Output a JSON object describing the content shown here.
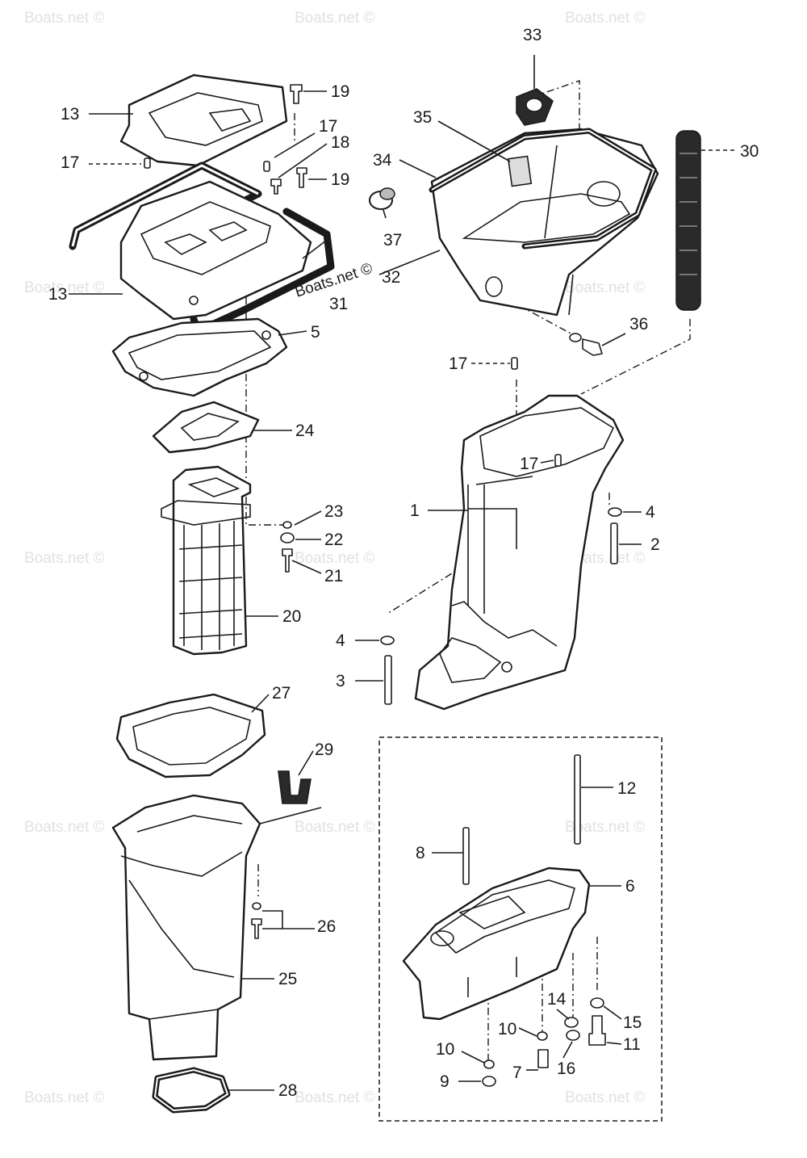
{
  "watermark": "Boats.net ©",
  "callouts": [
    {
      "id": "c1",
      "label": "1"
    },
    {
      "id": "c2",
      "label": "2"
    },
    {
      "id": "c3",
      "label": "3"
    },
    {
      "id": "c4a",
      "label": "4"
    },
    {
      "id": "c4b",
      "label": "4"
    },
    {
      "id": "c5",
      "label": "5"
    },
    {
      "id": "c6",
      "label": "6"
    },
    {
      "id": "c7",
      "label": "7"
    },
    {
      "id": "c8",
      "label": "8"
    },
    {
      "id": "c9",
      "label": "9"
    },
    {
      "id": "c10a",
      "label": "10"
    },
    {
      "id": "c10b",
      "label": "10"
    },
    {
      "id": "c11",
      "label": "11"
    },
    {
      "id": "c12",
      "label": "12"
    },
    {
      "id": "c13a",
      "label": "13"
    },
    {
      "id": "c13b",
      "label": "13"
    },
    {
      "id": "c14",
      "label": "14"
    },
    {
      "id": "c15",
      "label": "15"
    },
    {
      "id": "c16",
      "label": "16"
    },
    {
      "id": "c17a",
      "label": "17"
    },
    {
      "id": "c17b",
      "label": "17"
    },
    {
      "id": "c17c",
      "label": "17"
    },
    {
      "id": "c17d",
      "label": "17"
    },
    {
      "id": "c18",
      "label": "18"
    },
    {
      "id": "c19a",
      "label": "19"
    },
    {
      "id": "c19b",
      "label": "19"
    },
    {
      "id": "c20",
      "label": "20"
    },
    {
      "id": "c21",
      "label": "21"
    },
    {
      "id": "c22",
      "label": "22"
    },
    {
      "id": "c23",
      "label": "23"
    },
    {
      "id": "c24",
      "label": "24"
    },
    {
      "id": "c25",
      "label": "25"
    },
    {
      "id": "c26",
      "label": "26"
    },
    {
      "id": "c27",
      "label": "27"
    },
    {
      "id": "c28",
      "label": "28"
    },
    {
      "id": "c29",
      "label": "29"
    },
    {
      "id": "c30",
      "label": "30"
    },
    {
      "id": "c31",
      "label": "31"
    },
    {
      "id": "c32",
      "label": "32"
    },
    {
      "id": "c33",
      "label": "33"
    },
    {
      "id": "c34",
      "label": "34"
    },
    {
      "id": "c35",
      "label": "35"
    },
    {
      "id": "c36",
      "label": "36"
    },
    {
      "id": "c37",
      "label": "37"
    }
  ]
}
